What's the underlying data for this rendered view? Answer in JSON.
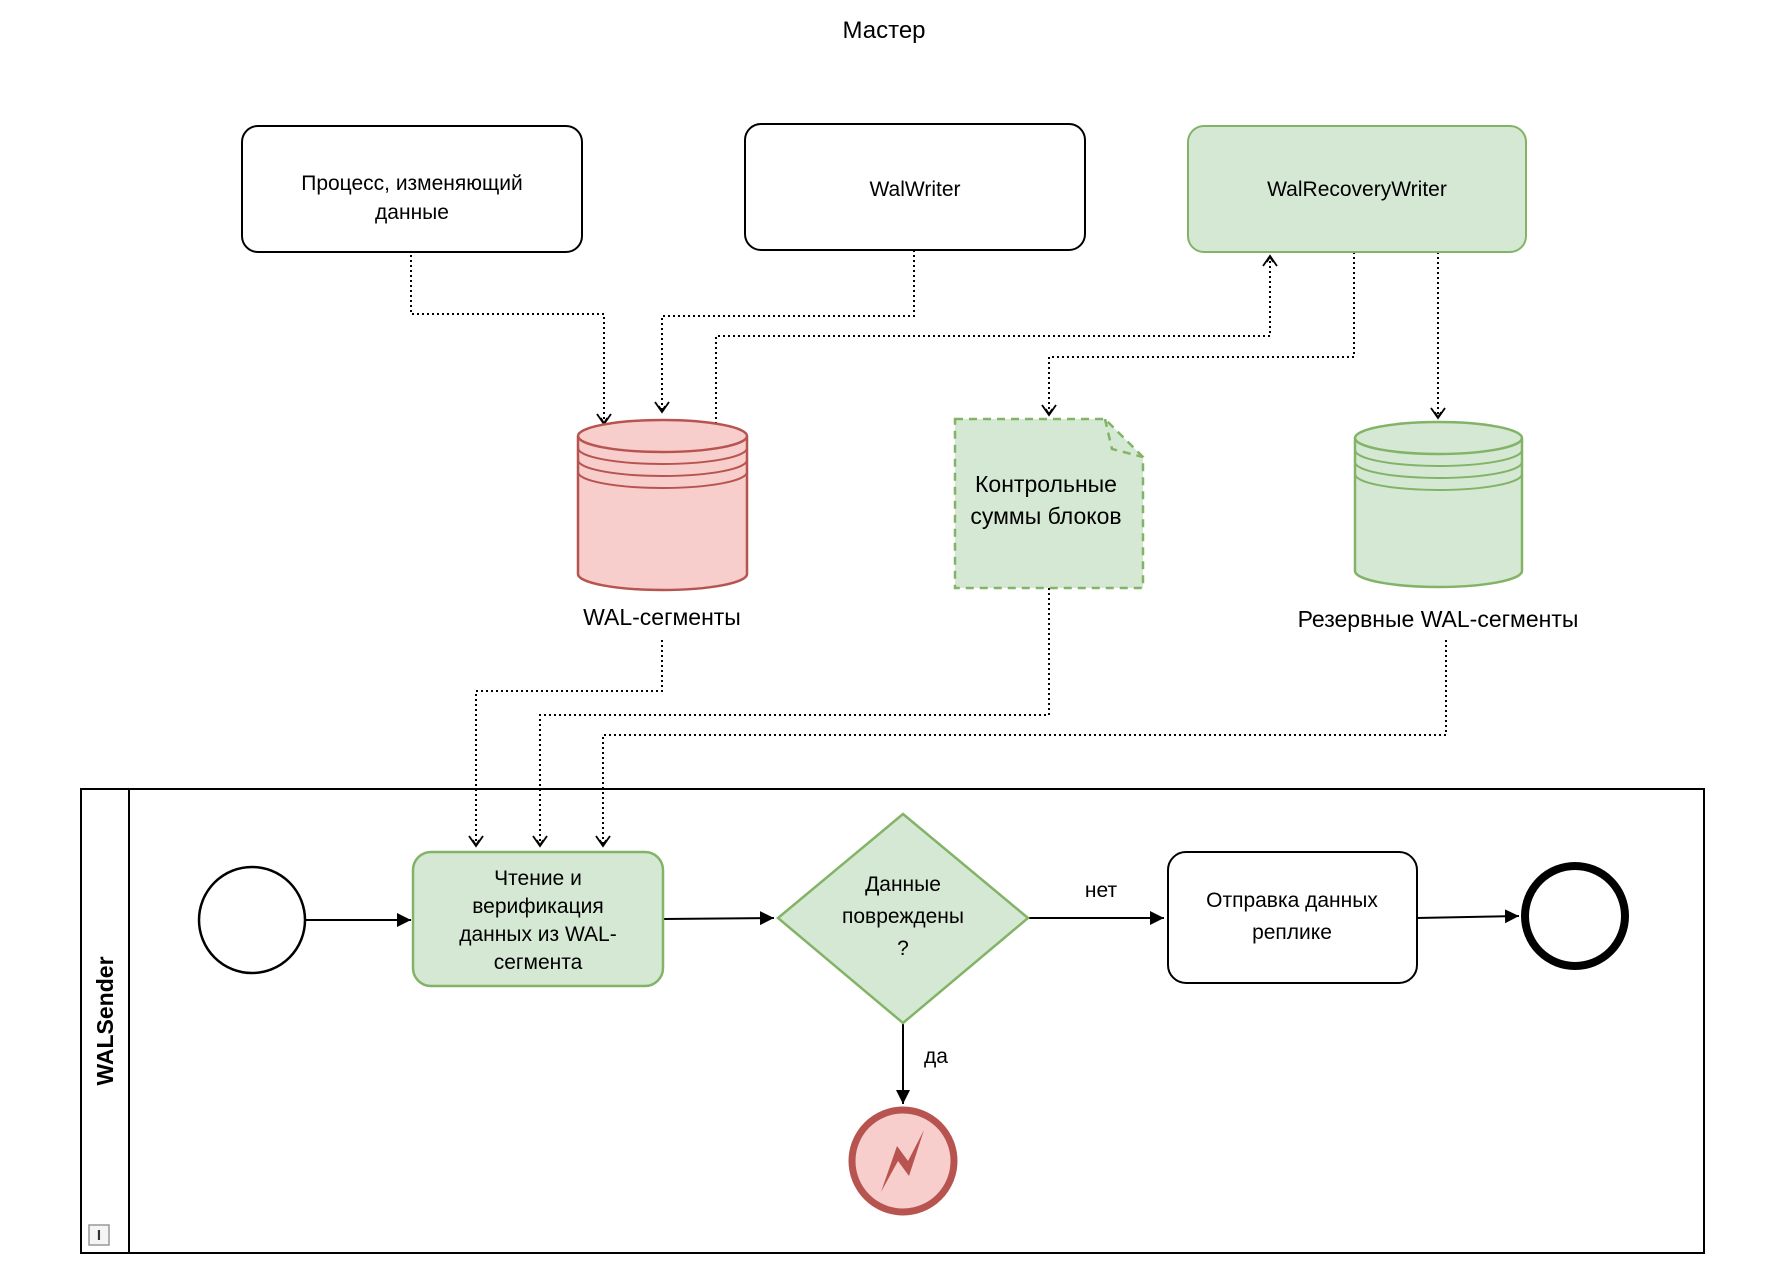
{
  "title": "Мастер",
  "colors": {
    "green_fill": "#d5e8d4",
    "green_stroke": "#82b366",
    "red_fill": "#f8cecc",
    "red_stroke": "#b85450",
    "edge_black": "#000000"
  },
  "master_section": {
    "process_box": {
      "label_lines": [
        "Процесс, изменяющий",
        "данные"
      ]
    },
    "walwriter_box": {
      "label": "WalWriter"
    },
    "walrecoverywriter_box": {
      "label": "WalRecoveryWriter"
    },
    "wal_segments_cylinder": {
      "label": "WAL-сегменты"
    },
    "checksums_note": {
      "label_lines": [
        "Контрольные",
        "суммы блоков"
      ]
    },
    "backup_wal_cylinder": {
      "label": "Резервные WAL-сегменты"
    }
  },
  "walsender_lane": {
    "label": "WALSender",
    "collapse_marker": "I",
    "read_verify_task": {
      "label_lines": [
        "Чтение и",
        "верификация",
        "данных из WAL-",
        "сегмента"
      ]
    },
    "corrupted_gateway": {
      "label_lines": [
        "Данные",
        "повреждены",
        "?"
      ]
    },
    "send_task": {
      "label_lines": [
        "Отправка данных",
        "реплике"
      ]
    },
    "edge_no_label": "нет",
    "edge_yes_label": "да"
  }
}
